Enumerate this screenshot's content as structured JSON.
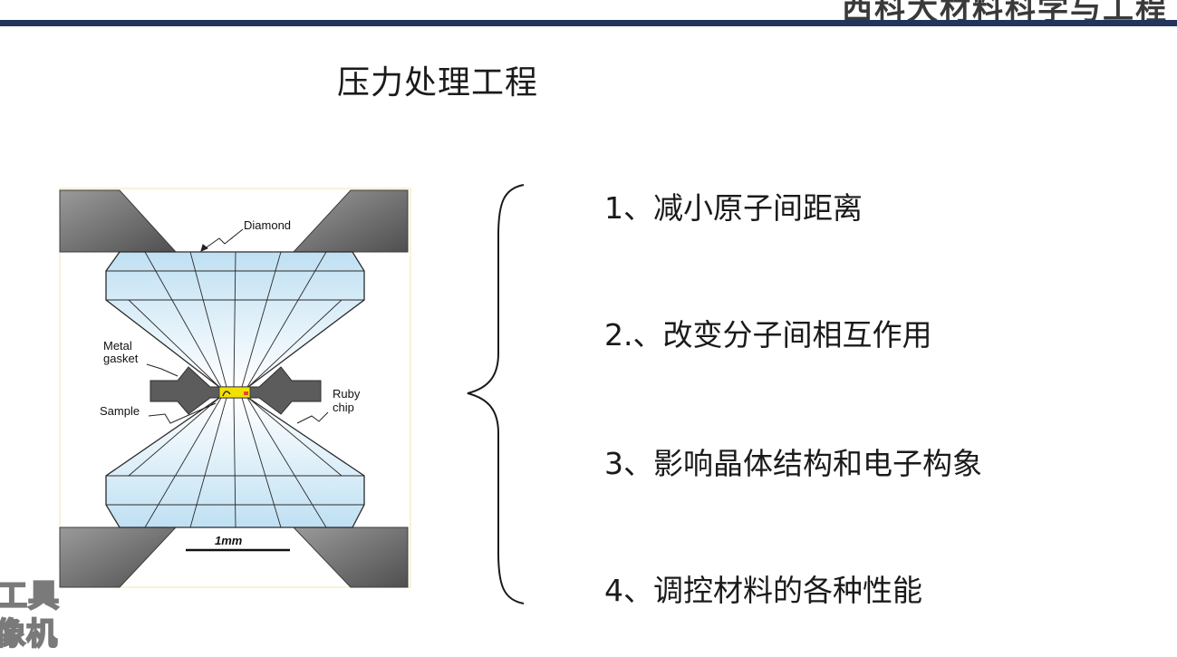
{
  "header": {
    "title": "西科大材料科学与工程"
  },
  "slide": {
    "title": "压力处理工程",
    "points": [
      "1、减小原子间距离",
      "2.、改变分子间相互作用",
      "3、影响晶体结构和电子构象",
      "4、调控材料的各种性能"
    ]
  },
  "figure": {
    "labels": {
      "diamond": "Diamond",
      "metal": "Metal",
      "gasket": "gasket",
      "sample": "Sample",
      "ruby": "Ruby",
      "chip": "chip",
      "scale": "1mm"
    }
  },
  "watermark": {
    "line1": "工具",
    "line2": "像机"
  },
  "colors": {
    "header_rule": "#24345a",
    "diamond_fill": "#cfe7f5",
    "anvil_dark": "#6b6b6b",
    "gasket": "#5c5c5c",
    "sample": "#f2e000"
  }
}
